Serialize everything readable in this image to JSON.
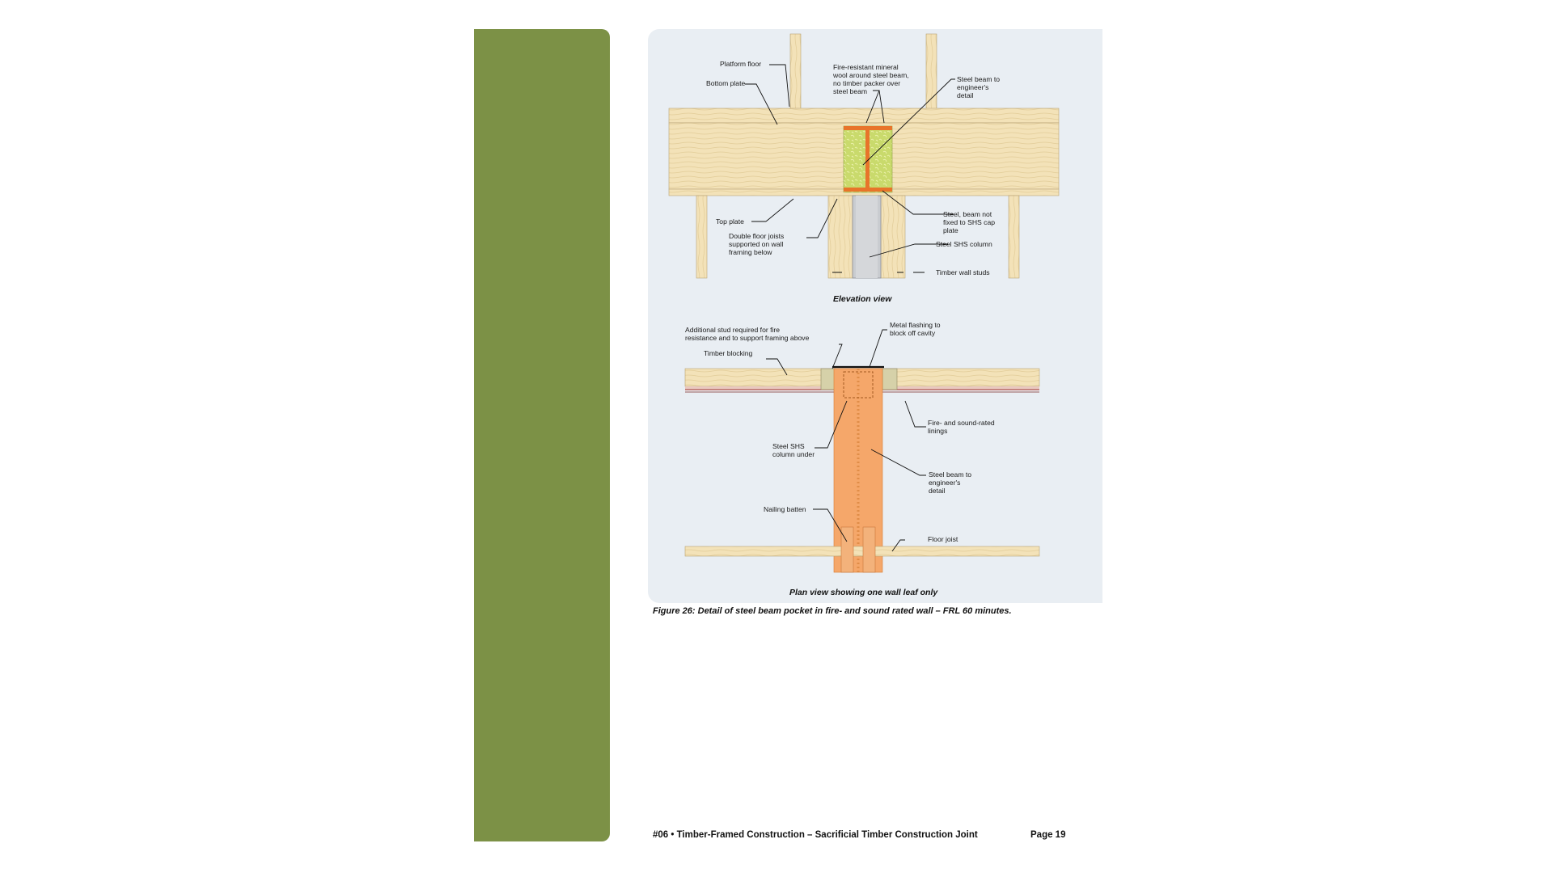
{
  "figure": {
    "elevation": {
      "title": "Elevation view",
      "labels": {
        "platform_floor": "Platform floor",
        "bottom_plate": "Bottom plate",
        "mineral_wool": [
          "Fire-resistant mineral",
          "wool around steel beam,",
          "no timber packer over",
          "steel beam"
        ],
        "steel_beam": [
          "Steel beam to",
          "engineer's",
          "detail"
        ],
        "top_plate": "Top plate",
        "double_joists": [
          "Double floor joists",
          "supported on wall",
          "framing below"
        ],
        "beam_not_fixed": [
          "Steel, beam not",
          "fixed to SHS cap",
          "plate"
        ],
        "shs_column": "Steel SHS column",
        "wall_studs": "Timber wall studs"
      }
    },
    "plan": {
      "title": "Plan view showing one wall leaf only",
      "labels": {
        "additional_stud": [
          "Additional stud required for fire",
          "resistance and to support framing above"
        ],
        "metal_flashing": [
          "Metal flashing to",
          "block off cavity"
        ],
        "timber_blocking": "Timber blocking",
        "linings": [
          "Fire- and sound-rated",
          "linings"
        ],
        "shs_under": [
          "Steel SHS",
          "column under"
        ],
        "steel_beam": [
          "Steel beam to",
          "engineer's",
          "detail"
        ],
        "nailing_batten": "Nailing batten",
        "floor_joist": "Floor joist"
      }
    },
    "caption": "Figure 26: Detail of steel beam pocket in fire- and sound rated wall – FRL 60 minutes."
  },
  "footer": {
    "text": "#06 • Timber-Framed Construction – Sacrificial Timber Construction Joint",
    "page": "Page 19"
  },
  "colors": {
    "sidebar": "#7c9146",
    "panel": "#e9eef3",
    "timber": "#f3e2b8",
    "steel": "#e8742a",
    "mineral_wool": "#c8d96a",
    "shs": "#c9ccd0",
    "beam_plan": "#f5a76a"
  }
}
